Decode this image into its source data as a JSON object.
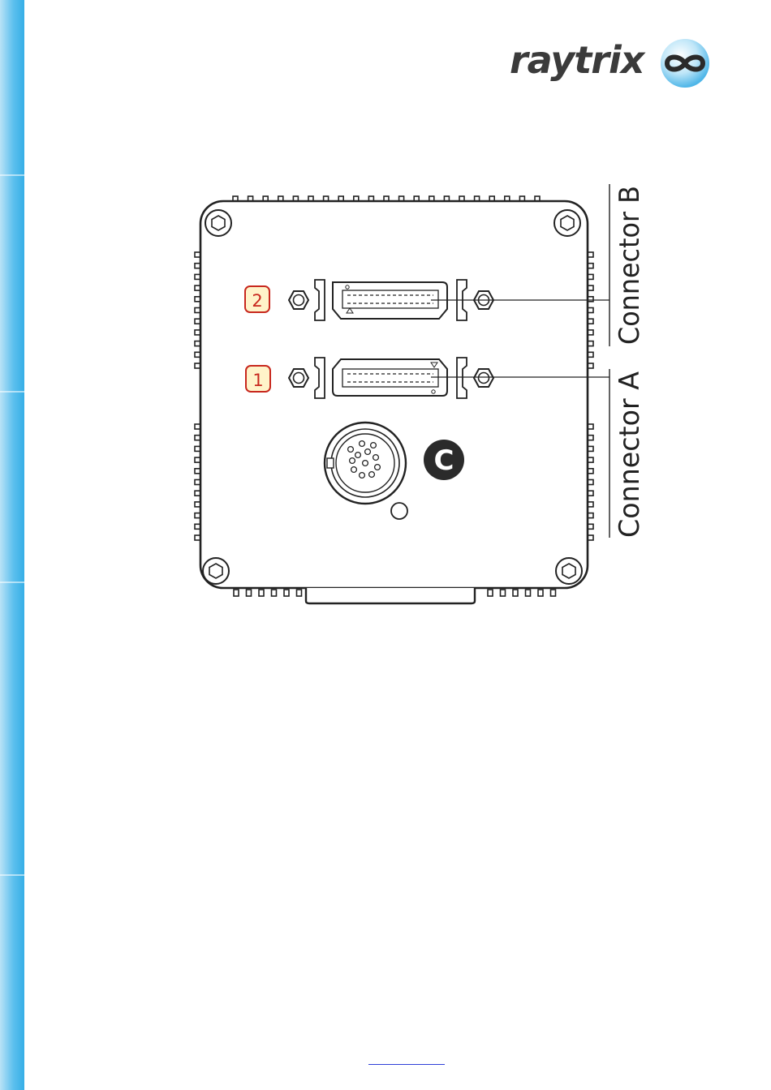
{
  "header": {
    "logo_text": "raytrix"
  },
  "diagram": {
    "badge_top": "2",
    "badge_bottom": "1",
    "callout_circle": "C",
    "label_connector_b": "Connector B",
    "label_connector_a": "Connector A"
  },
  "colors": {
    "sidebar": "#3fb4ea",
    "badge_border": "#c8281e",
    "badge_fill": "#fff3c9",
    "line": "#222222",
    "link": "#2f3fd8"
  },
  "icons": [
    "infinity-logo-icon",
    "hex-screw-icon",
    "circular-connector-icon"
  ]
}
